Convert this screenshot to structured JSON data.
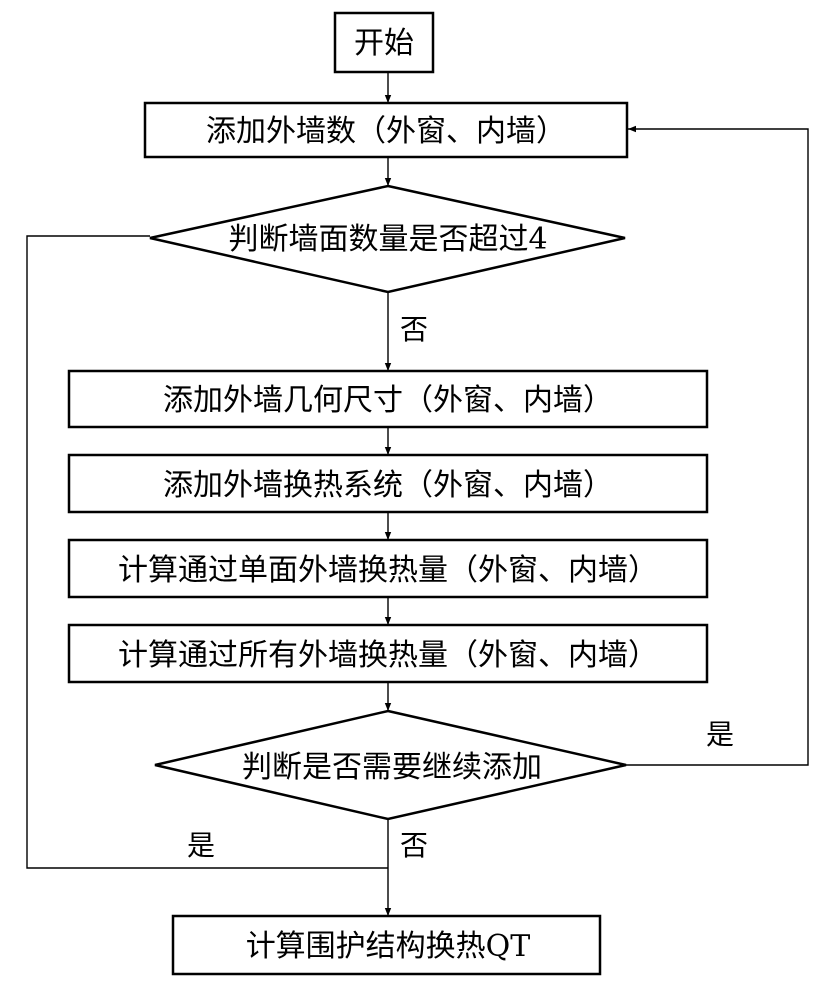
{
  "nodes": {
    "start": "开始",
    "add_walls": "添加外墙数（外窗、内墙）",
    "check_count": "判断墙面数量是否超过4",
    "add_geometry": "添加外墙几何尺寸（外窗、内墙）",
    "add_system": "添加外墙换热系统（外窗、内墙）",
    "calc_single": "计算通过单面外墙换热量（外窗、内墙）",
    "calc_all": "计算通过所有外墙换热量（外窗、内墙）",
    "check_continue": "判断是否需要继续添加",
    "result": "计算围护结构换热QT"
  },
  "edge_labels": {
    "count_no": "否",
    "count_yes": "是",
    "continue_yes": "是",
    "continue_no": "否"
  }
}
